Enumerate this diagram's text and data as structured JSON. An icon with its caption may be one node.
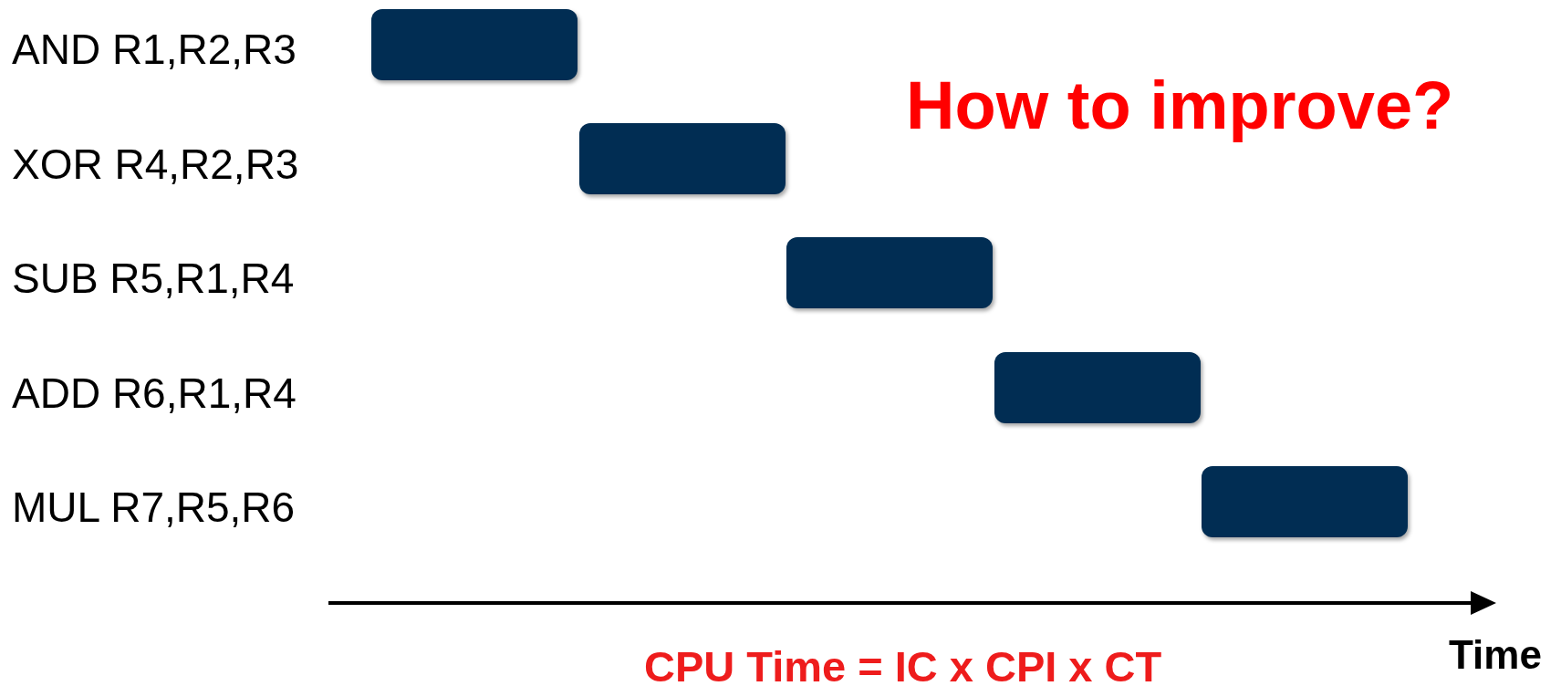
{
  "diagram": {
    "nodes": [
      {
        "text": [],
        "shape": "bar"
      },
      {
        "text": [],
        "shape": "bar"
      },
      {
        "text": [],
        "shape": "bar"
      },
      {
        "text": [],
        "shape": "bar"
      },
      {
        "text": [],
        "shape": "bar"
      }
    ],
    "edges": [],
    "labels": [
      "AND R1,R2,R3",
      "How to improve?",
      "XOR R4,R2,R3",
      "SUB R5,R1,R4",
      "ADD R6,R1,R4",
      "MUL R7,R5,R6",
      "CPU Time = IC x CPI x CT",
      "Time"
    ]
  }
}
